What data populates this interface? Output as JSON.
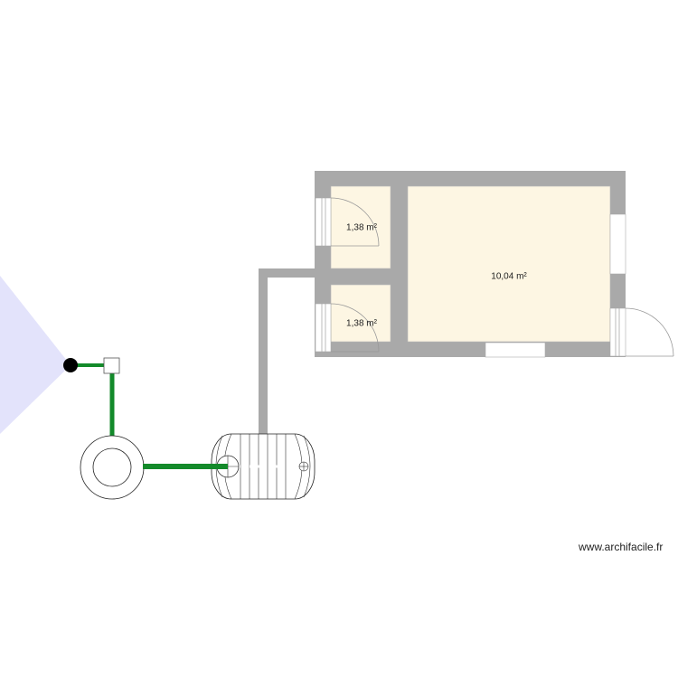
{
  "plan": {
    "rooms": [
      {
        "id": "room-top-left",
        "area": "1,38 m²"
      },
      {
        "id": "room-bottom-left",
        "area": "1,38 m²"
      },
      {
        "id": "room-main",
        "area": "10,04 m²"
      }
    ],
    "watermark": "www.archifacile.fr",
    "colors": {
      "wall": "#a9a9a9",
      "floor": "#fdf6e3",
      "pipe_green": "#138a2a",
      "light_cone": "#e3e3fb",
      "outline": "#333333"
    }
  }
}
